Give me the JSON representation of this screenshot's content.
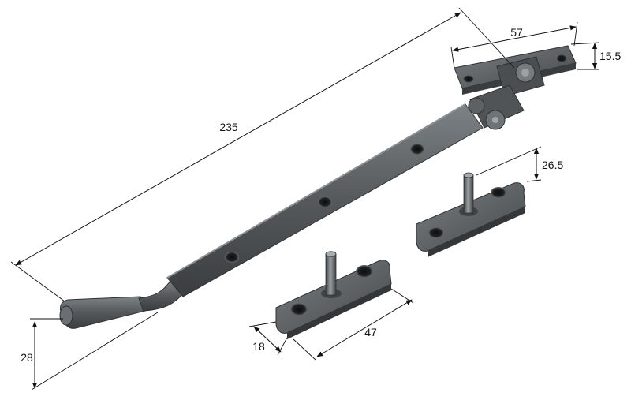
{
  "product": {
    "metal_color": "#55595c",
    "metal_dark": "#2f3234",
    "metal_light": "#8b9094",
    "hole_color": "#1a1b1c"
  },
  "dimensions": {
    "overall_length": "235",
    "hinge_plate_width": "57",
    "hinge_plate_height": "15.5",
    "pin_height": "26.5",
    "handle_drop": "28",
    "plate_width": "18",
    "plate_length": "47"
  }
}
